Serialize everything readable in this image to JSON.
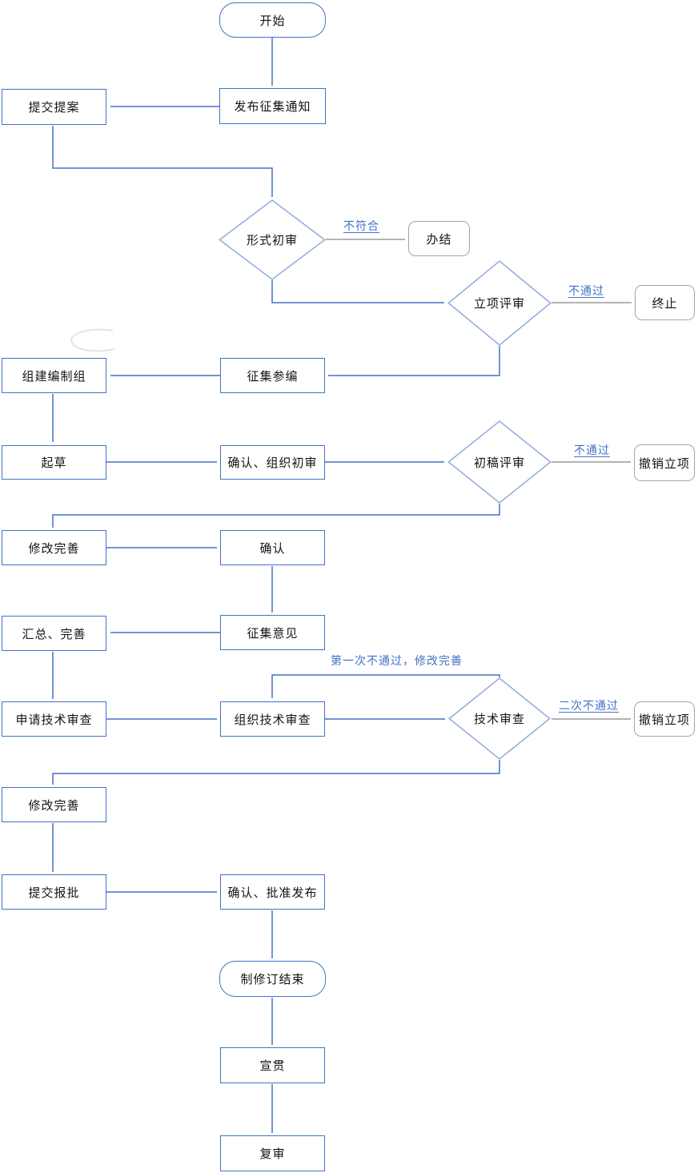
{
  "diagram": {
    "type": "flowchart",
    "language": "zh-CN",
    "nodes": {
      "start": "开始",
      "publish_notice": "发布征集通知",
      "submit_proposal": "提交提案",
      "formal_review": "形式初审",
      "close_case": "办结",
      "project_review": "立项评审",
      "terminate": "终止",
      "recruit_participants": "征集参编",
      "form_drafting_group": "组建编制组",
      "draft": "起草",
      "confirm_organize_initial_review": "确认、组织初审",
      "first_draft_review": "初稿评审",
      "revoke_project_1": "撤销立项",
      "revise_improve_1": "修改完善",
      "confirm": "确认",
      "solicit_opinions": "征集意见",
      "summarize_improve": "汇总、完善",
      "apply_technical_review": "申请技术审查",
      "organize_technical_review": "组织技术审查",
      "technical_review": "技术审查",
      "revoke_project_2": "撤销立项",
      "revise_improve_2": "修改完善",
      "submit_for_approval": "提交报批",
      "confirm_approve_publish": "确认、批准发布",
      "revision_end": "制修订结束",
      "publicize": "宣贯",
      "re_review": "复审"
    },
    "edge_labels": {
      "not_conforming": "不符合",
      "not_pass_project": "不通过",
      "not_pass_draft": "不通过",
      "first_fail_revise": "第一次不通过，修改完善",
      "second_fail": "二次不通过"
    },
    "edges": [
      {
        "from": "start",
        "to": "publish_notice",
        "style": "blue"
      },
      {
        "from": "publish_notice",
        "to": "submit_proposal",
        "style": "blue"
      },
      {
        "from": "submit_proposal",
        "to": "formal_review",
        "style": "blue"
      },
      {
        "from": "formal_review",
        "to": "close_case",
        "label": "不符合",
        "style": "gray"
      },
      {
        "from": "formal_review",
        "to": "project_review",
        "style": "blue"
      },
      {
        "from": "project_review",
        "to": "terminate",
        "label": "不通过",
        "style": "gray"
      },
      {
        "from": "project_review",
        "to": "recruit_participants",
        "style": "blue"
      },
      {
        "from": "recruit_participants",
        "to": "form_drafting_group",
        "style": "blue"
      },
      {
        "from": "form_drafting_group",
        "to": "draft",
        "style": "blue"
      },
      {
        "from": "draft",
        "to": "confirm_organize_initial_review",
        "style": "blue"
      },
      {
        "from": "confirm_organize_initial_review",
        "to": "first_draft_review",
        "style": "blue"
      },
      {
        "from": "first_draft_review",
        "to": "revoke_project_1",
        "label": "不通过",
        "style": "gray"
      },
      {
        "from": "first_draft_review",
        "to": "revise_improve_1",
        "style": "blue"
      },
      {
        "from": "revise_improve_1",
        "to": "confirm",
        "style": "blue"
      },
      {
        "from": "confirm",
        "to": "solicit_opinions",
        "style": "blue"
      },
      {
        "from": "solicit_opinions",
        "to": "summarize_improve",
        "style": "blue"
      },
      {
        "from": "summarize_improve",
        "to": "apply_technical_review",
        "style": "blue"
      },
      {
        "from": "apply_technical_review",
        "to": "organize_technical_review",
        "style": "blue"
      },
      {
        "from": "organize_technical_review",
        "to": "technical_review",
        "style": "blue"
      },
      {
        "from": "technical_review",
        "to": "organize_technical_review",
        "label": "第一次不通过，修改完善",
        "style": "blue"
      },
      {
        "from": "technical_review",
        "to": "revoke_project_2",
        "label": "二次不通过",
        "style": "gray"
      },
      {
        "from": "technical_review",
        "to": "revise_improve_2",
        "style": "blue"
      },
      {
        "from": "revise_improve_2",
        "to": "submit_for_approval",
        "style": "blue"
      },
      {
        "from": "submit_for_approval",
        "to": "confirm_approve_publish",
        "style": "blue"
      },
      {
        "from": "confirm_approve_publish",
        "to": "revision_end",
        "style": "blue"
      },
      {
        "from": "revision_end",
        "to": "publicize",
        "style": "blue"
      },
      {
        "from": "publicize",
        "to": "re_review",
        "style": "blue"
      }
    ],
    "colors": {
      "flow_line": "#4472C4",
      "diamond_border": "#8FAADC",
      "box_border": "#4472C4",
      "gray_border": "#A6A6A6",
      "gray_line": "#9a9a9a",
      "label_text": "#4472C4",
      "node_text": "#141414",
      "background": "#ffffff"
    }
  }
}
